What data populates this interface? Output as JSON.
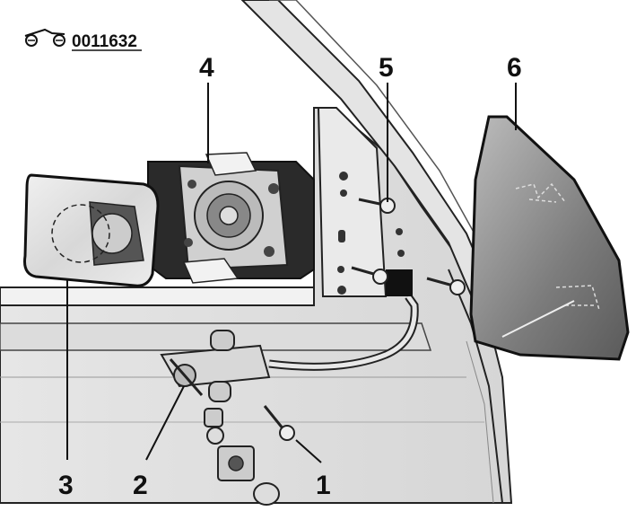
{
  "header": {
    "code": "0011632",
    "logo_icon": "car-logo-icon"
  },
  "callouts": [
    {
      "id": "1",
      "label": "1"
    },
    {
      "id": "2",
      "label": "2"
    },
    {
      "id": "3",
      "label": "3"
    },
    {
      "id": "4",
      "label": "4"
    },
    {
      "id": "5",
      "label": "5"
    },
    {
      "id": "6",
      "label": "6"
    }
  ]
}
